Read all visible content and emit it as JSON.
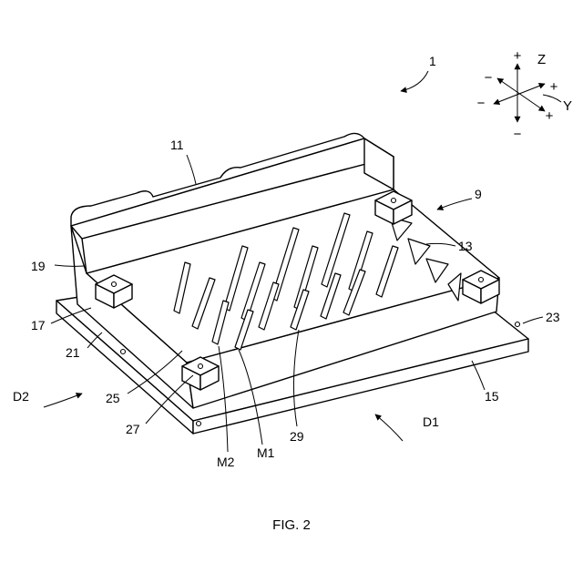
{
  "figure": {
    "caption": "FIG. 2"
  },
  "labels": {
    "n1": "1",
    "n9": "9",
    "n11": "11",
    "n13": "13",
    "n15": "15",
    "n17": "17",
    "n19": "19",
    "n21": "21",
    "n23": "23",
    "n25": "25",
    "n27": "27",
    "n29": "29",
    "m1": "M1",
    "m2": "M2",
    "d1": "D1",
    "d2": "D2"
  },
  "axes": {
    "z_label": "Z",
    "y_label": "Y",
    "plus": "+",
    "minus": "−"
  }
}
